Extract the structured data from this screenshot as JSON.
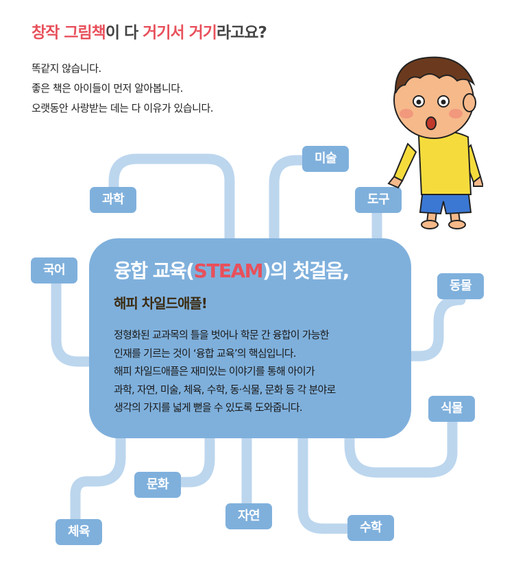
{
  "headline": {
    "part1": "창작 그림책",
    "part2": "이 다 ",
    "part3": "거기서 거기",
    "part4": "라고요?"
  },
  "intro": [
    "똑같지 않습니다.",
    "좋은 책은 아이들이 먼저 알아봅니다.",
    "오랫동안 사랑받는 데는 다 이유가 있습니다."
  ],
  "panel": {
    "title_before": "융합 교육(",
    "title_highlight": "STEAM",
    "title_after": ")의 첫걸음,",
    "subtitle": "해피 차일드애플!",
    "body": [
      "정형화된 교과목의 틀을 벗어나 학문 간 융합이 가능한",
      "인재를 기르는 것이 ‘융합 교육’의 핵심입니다.",
      "해피 차일드애플은 재미있는 이야기를 통해 아이가",
      "과학, 자연, 미술, 체육, 수학, 동·식물, 문화 등 각 분야로",
      "생각의 가지를 넓게 뻗을 수 있도록 도와줍니다."
    ]
  },
  "tags": {
    "science": "과학",
    "art": "미술",
    "tools": "도구",
    "korean": "국어",
    "animals": "동물",
    "plants": "식물",
    "culture": "문화",
    "pe": "체육",
    "nature": "자연",
    "math": "수학"
  },
  "colors": {
    "accent_red": "#e8505b",
    "panel_blue": "#7fb0dc",
    "branch_blue": "#bcd6ee"
  }
}
